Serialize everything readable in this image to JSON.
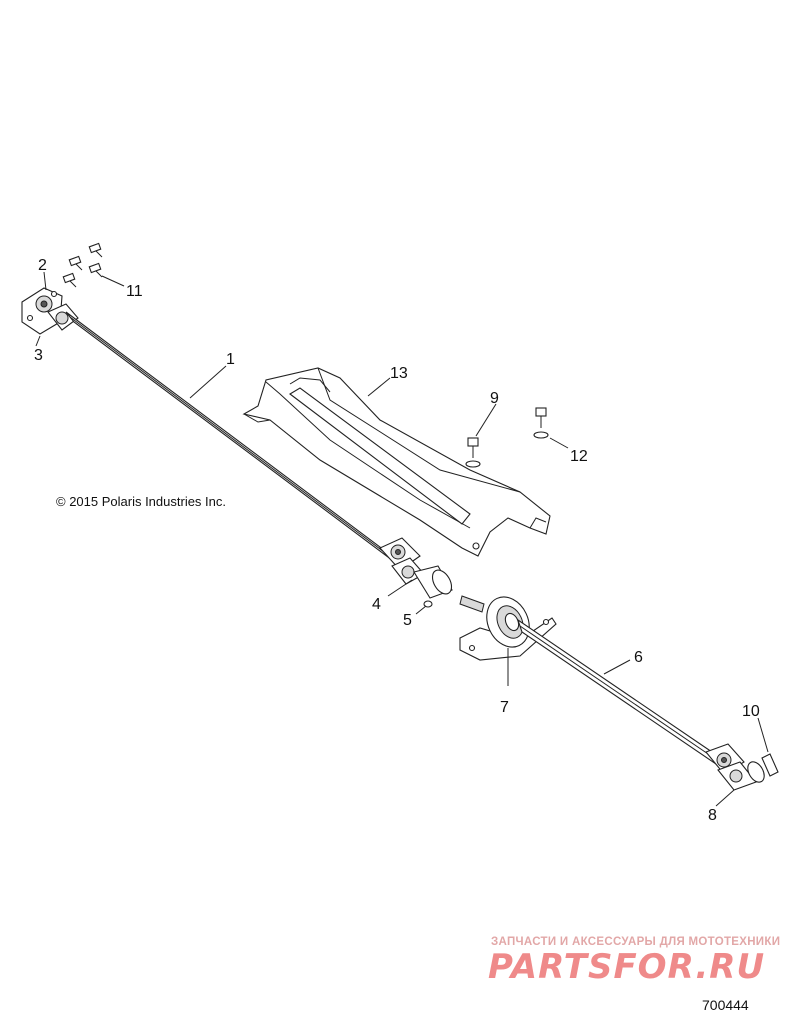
{
  "diagram": {
    "copyright": "© 2015 Polaris Industries Inc.",
    "diagram_number": "700444",
    "watermark": {
      "tagline": "ЗАПЧАСТИ И АКСЕССУАРЫ ДЛЯ МОТОТЕХНИКИ",
      "logo": "PARTSFOR.RU"
    },
    "callouts": {
      "c1": "1",
      "c2": "2",
      "c3": "3",
      "c4": "4",
      "c5": "5",
      "c6": "6",
      "c7": "7",
      "c8": "8",
      "c9": "9",
      "c10": "10",
      "c11": "11",
      "c12": "12",
      "c13": "13"
    }
  }
}
